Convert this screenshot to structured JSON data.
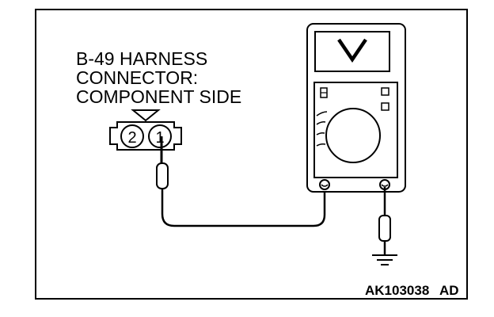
{
  "connector": {
    "title_lines": [
      "B-49 HARNESS",
      "CONNECTOR:",
      "COMPONENT SIDE"
    ],
    "pin_left": "2",
    "pin_right": "1"
  },
  "figure_code": "AK103038",
  "figure_suffix": "AD",
  "colors": {
    "line": "#000000",
    "background": "#ffffff"
  }
}
